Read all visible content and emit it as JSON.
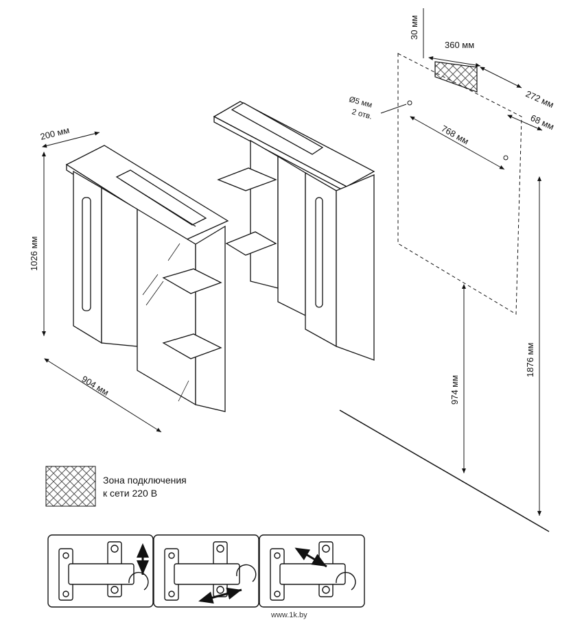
{
  "dimensions": {
    "depth": "200 мм",
    "height": "1026 мм",
    "width": "904 мм",
    "zone_top": "30 мм",
    "zone_width": "360 мм",
    "zone_offset": "272 мм",
    "hole_spacing": "768 мм",
    "hole_offset": "68 мм",
    "hole_diameter": "Ø5 мм",
    "hole_count": "2 отв.",
    "holes_height": "974 мм",
    "total_height": "1876 мм"
  },
  "legend": {
    "line1": "Зона подключения",
    "line2": "к сети 220 В"
  },
  "watermark": "www.1k.by",
  "colors": {
    "line": "#111111",
    "background": "#ffffff"
  }
}
